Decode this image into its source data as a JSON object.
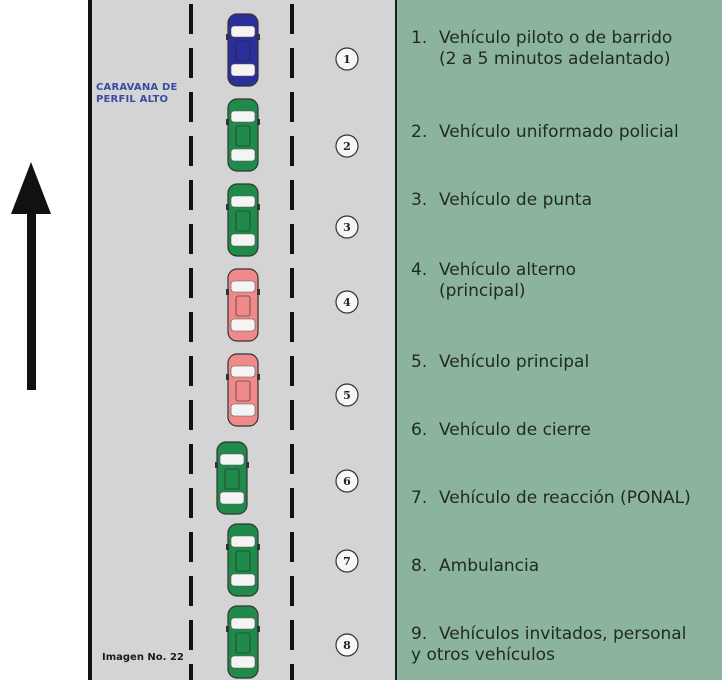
{
  "convoy_label": "CARAVANA DE PERFIL ALTO",
  "caption": "Imagen No. 22",
  "badges": [
    "1",
    "2",
    "3",
    "4",
    "5",
    "6",
    "7",
    "8"
  ],
  "legend": [
    {
      "number": "1.",
      "lines": [
        "Vehículo piloto o de barrido",
        "(2 a 5 minutos adelantado)"
      ]
    },
    {
      "number": "2.",
      "lines": [
        "Vehículo uniformado policial"
      ]
    },
    {
      "number": "3.",
      "lines": [
        "Vehículo de punta"
      ]
    },
    {
      "number": "4.",
      "lines": [
        "Vehículo alterno",
        "(principal)"
      ]
    },
    {
      "number": "5.",
      "lines": [
        "Vehículo principal"
      ]
    },
    {
      "number": "6.",
      "lines": [
        "Vehículo de cierre"
      ]
    },
    {
      "number": "7.",
      "lines": [
        "Vehículo de reacción (PONAL)"
      ]
    },
    {
      "number": "8.",
      "lines": [
        "Ambulancia"
      ]
    },
    {
      "number": "9.",
      "lines": [
        "Vehículos invitados, personal",
        "y otros vehículos"
      ]
    }
  ],
  "vehicles": [
    {
      "name": "vehicle-pilot",
      "color": "blue"
    },
    {
      "name": "vehicle-police",
      "color": "green"
    },
    {
      "name": "vehicle-lead",
      "color": "green"
    },
    {
      "name": "vehicle-alternate",
      "color": "red"
    },
    {
      "name": "vehicle-principal",
      "color": "red"
    },
    {
      "name": "vehicle-closing",
      "color": "green"
    },
    {
      "name": "vehicle-reaction",
      "color": "green"
    },
    {
      "name": "vehicle-ambulance",
      "color": "green"
    }
  ],
  "colors": {
    "road": "#d4d4d4",
    "legend_bg": "#8cb39b",
    "blue_car": "#2a2f9a",
    "green_car": "#1f8a4a",
    "red_car": "#f08a8a",
    "label_blue": "#3b4aa6"
  }
}
